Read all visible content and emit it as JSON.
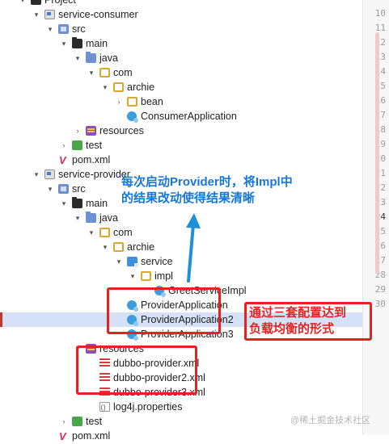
{
  "tree": {
    "rows": [
      {
        "label": "Project",
        "indent": 0,
        "icon": "folder-dark-icon",
        "chevron": "▾"
      },
      {
        "label": "service-consumer",
        "indent": 1,
        "icon": "module-icon",
        "chevron": "▾"
      },
      {
        "label": "src",
        "indent": 2,
        "icon": "src-folder-icon",
        "chevron": "▾"
      },
      {
        "label": "main",
        "indent": 3,
        "icon": "folder-dark-icon",
        "chevron": "▾"
      },
      {
        "label": "java",
        "indent": 4,
        "icon": "folder-blue-icon",
        "chevron": "▾"
      },
      {
        "label": "com",
        "indent": 5,
        "icon": "package-icon",
        "chevron": "▾"
      },
      {
        "label": "archie",
        "indent": 6,
        "icon": "package-icon",
        "chevron": "▾"
      },
      {
        "label": "bean",
        "indent": 7,
        "icon": "package-icon",
        "chevron": "›"
      },
      {
        "label": "ConsumerApplication",
        "indent": 7,
        "icon": "spring-class-icon",
        "chevron": ""
      },
      {
        "label": "resources",
        "indent": 4,
        "icon": "resources-folder-icon",
        "chevron": "›"
      },
      {
        "label": "test",
        "indent": 3,
        "icon": "test-folder-icon",
        "chevron": "›"
      },
      {
        "label": "pom.xml",
        "indent": 2,
        "icon": "maven-icon",
        "chevron": ""
      },
      {
        "label": "service-provider",
        "indent": 1,
        "icon": "module-icon",
        "chevron": "▾"
      },
      {
        "label": "src",
        "indent": 2,
        "icon": "src-folder-icon",
        "chevron": "▾"
      },
      {
        "label": "main",
        "indent": 3,
        "icon": "folder-dark-icon",
        "chevron": "▾"
      },
      {
        "label": "java",
        "indent": 4,
        "icon": "folder-blue-icon",
        "chevron": "▾"
      },
      {
        "label": "com",
        "indent": 5,
        "icon": "package-icon",
        "chevron": "▾"
      },
      {
        "label": "archie",
        "indent": 6,
        "icon": "package-icon",
        "chevron": "▾"
      },
      {
        "label": "service",
        "indent": 7,
        "icon": "package-blue-icon",
        "chevron": "▾"
      },
      {
        "label": "impl",
        "indent": 8,
        "icon": "package-icon",
        "chevron": "▾"
      },
      {
        "label": "GreetServiceImpl",
        "indent": 9,
        "icon": "spring-class-icon",
        "chevron": ""
      },
      {
        "label": "ProviderApplication",
        "indent": 7,
        "icon": "spring-class-icon",
        "chevron": ""
      },
      {
        "label": "ProviderApplication2",
        "indent": 7,
        "icon": "spring-class-icon",
        "chevron": "",
        "selected": true
      },
      {
        "label": "ProviderApplication3",
        "indent": 7,
        "icon": "spring-class-icon",
        "chevron": ""
      },
      {
        "label": "resources",
        "indent": 4,
        "icon": "resources-folder-icon",
        "chevron": "▾"
      },
      {
        "label": "dubbo-provider.xml",
        "indent": 5,
        "icon": "xml-file-icon",
        "chevron": ""
      },
      {
        "label": "dubbo-provider2.xml",
        "indent": 5,
        "icon": "xml-file-icon",
        "chevron": ""
      },
      {
        "label": "dubbo-provider3.xml",
        "indent": 5,
        "icon": "xml-file-icon",
        "chevron": ""
      },
      {
        "label": "log4j.properties",
        "indent": 5,
        "icon": "properties-file-icon",
        "chevron": ""
      },
      {
        "label": "test",
        "indent": 3,
        "icon": "test-folder-icon",
        "chevron": "›"
      },
      {
        "label": "pom.xml",
        "indent": 2,
        "icon": "maven-icon",
        "chevron": ""
      }
    ]
  },
  "gutter": {
    "line_numbers": [
      "10",
      "11",
      "12",
      "13",
      "14",
      "15",
      "16",
      "17",
      "18",
      "19",
      "20",
      "21",
      "22",
      "23",
      "24",
      "25",
      "26",
      "27",
      "28",
      "29",
      "30"
    ],
    "current": "24"
  },
  "annotations": {
    "provider_note_line1": "每次启动Provider时，将Impl中",
    "provider_note_line2": "的结果改动使得结果清晰",
    "config_note_line1": "通过三套配置达到",
    "config_note_line2": "负载均衡的形式"
  },
  "watermark": "@稀土掘金技术社区",
  "colors": {
    "box_red": "#e32222",
    "note_blue": "#1677d6",
    "arrow_blue": "#1e8fd8",
    "selection": "#d5e1f7"
  }
}
